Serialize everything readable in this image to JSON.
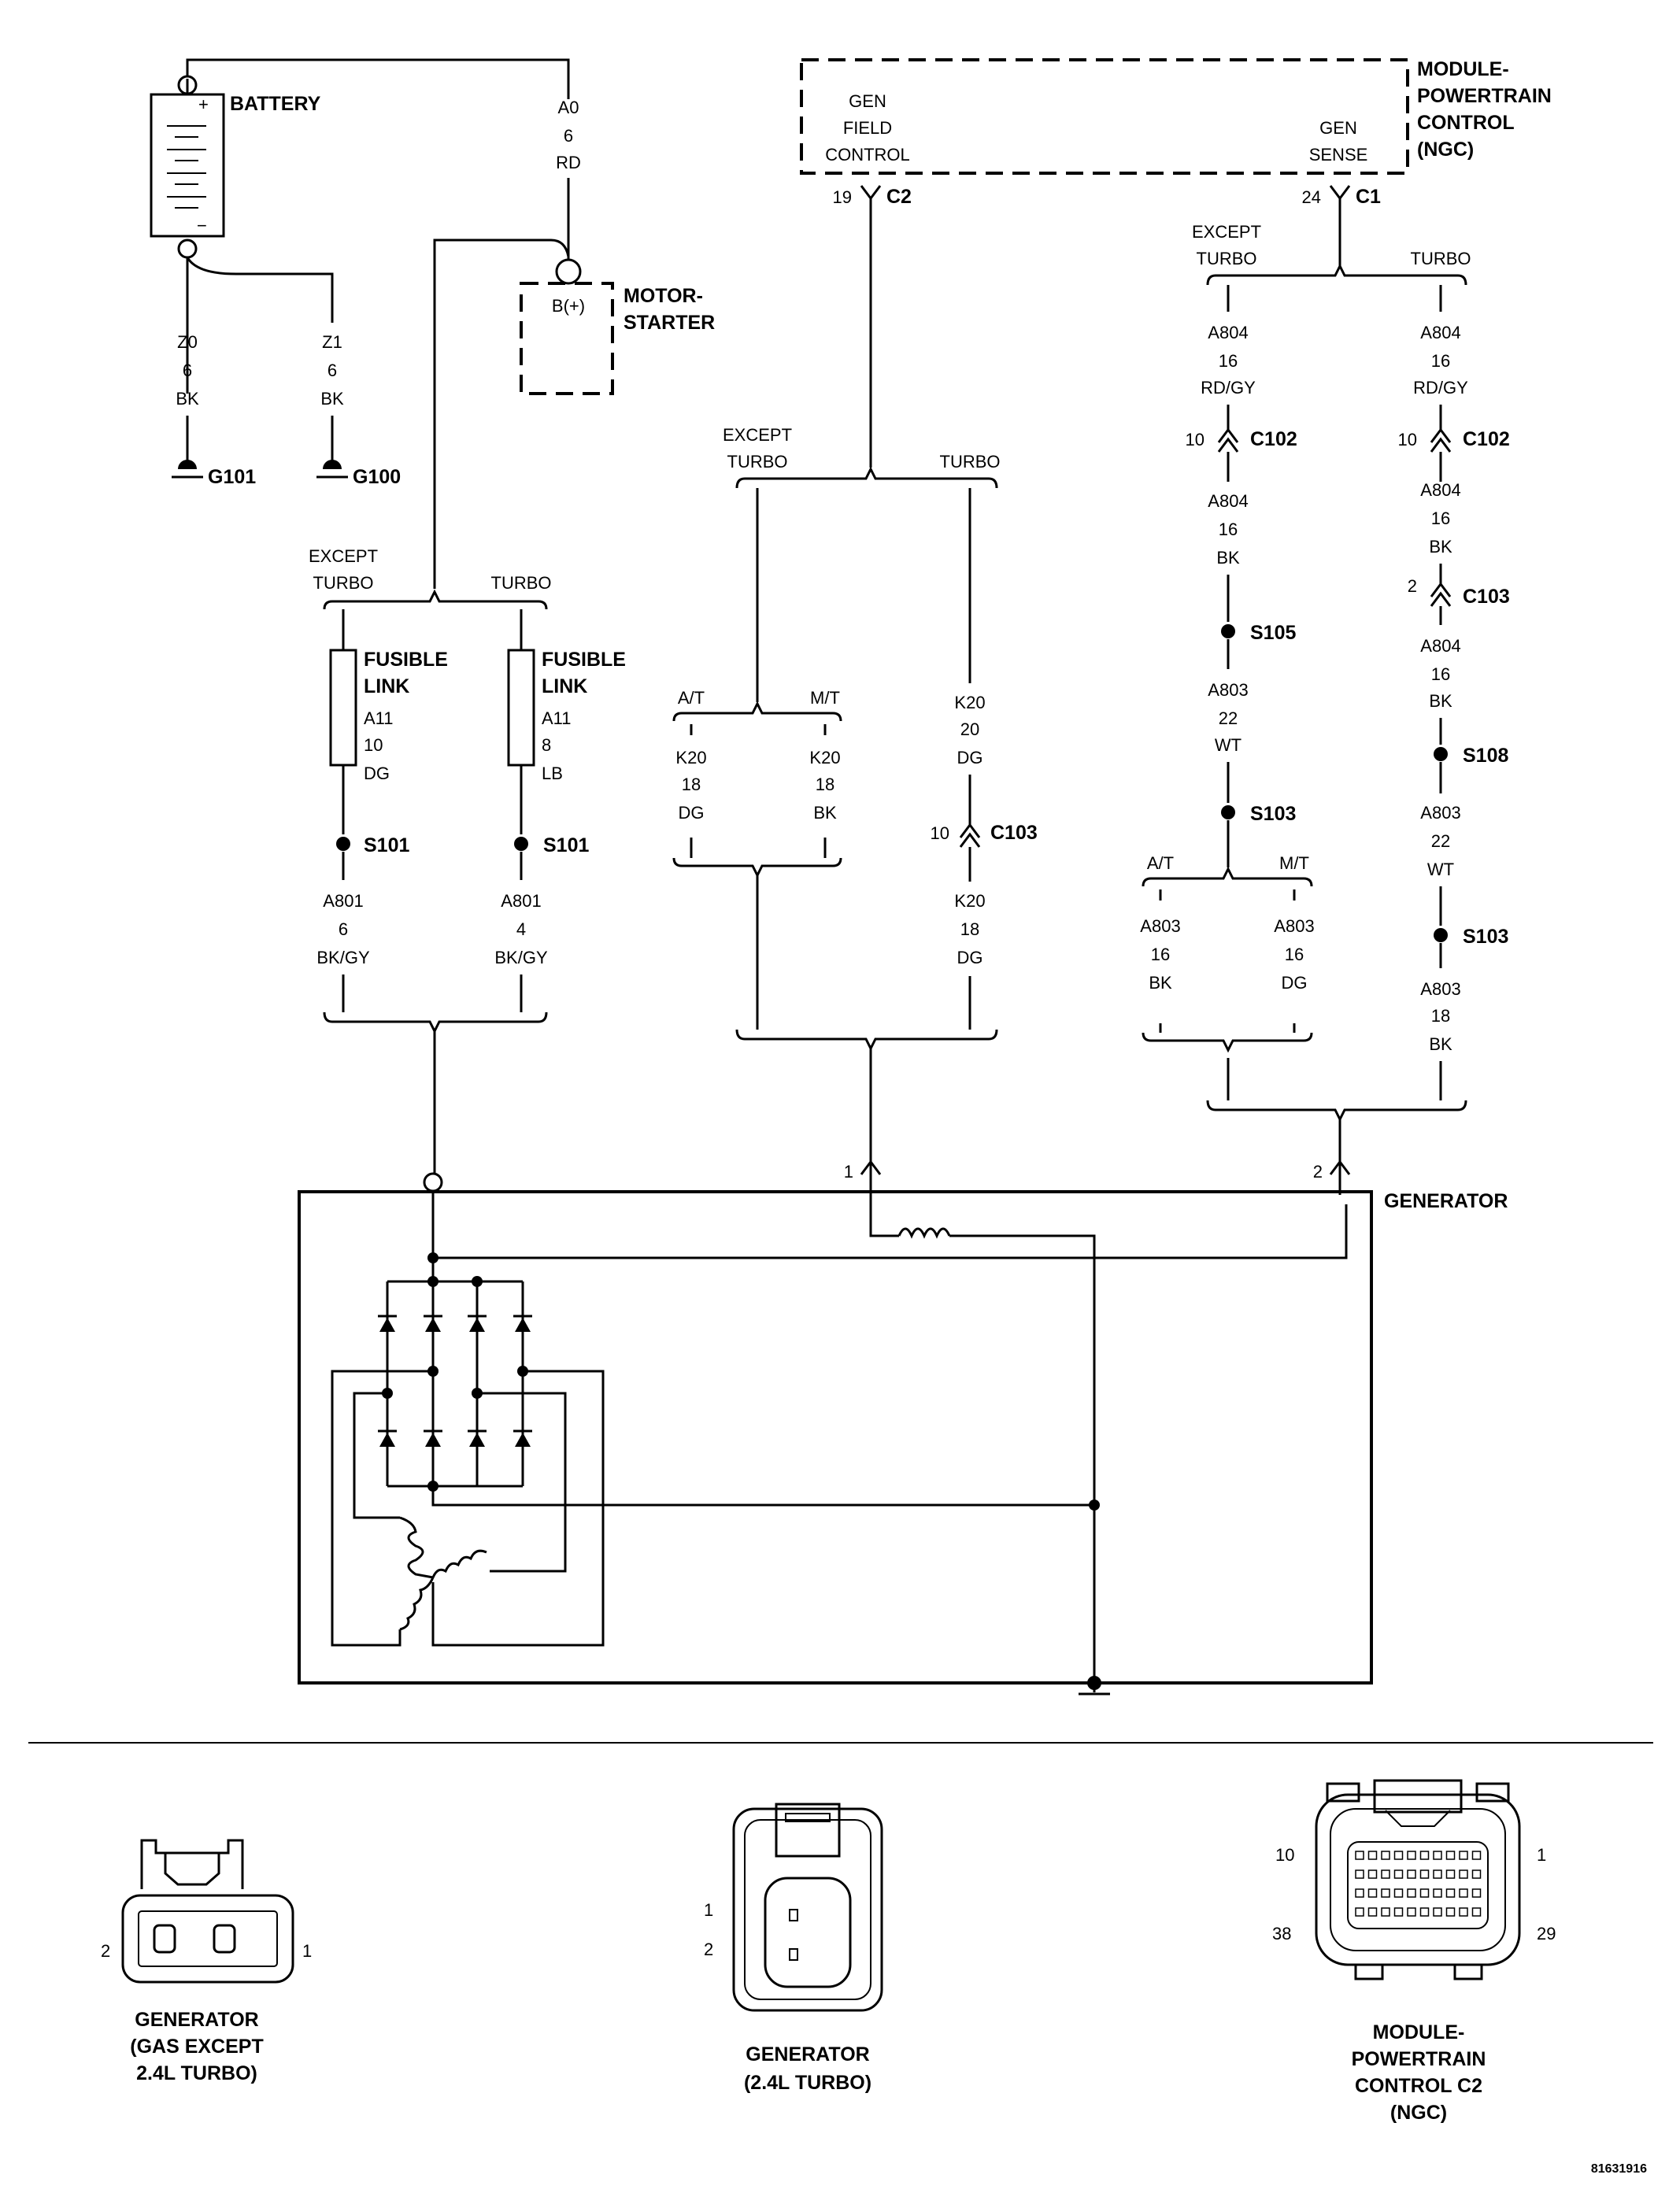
{
  "battery": {
    "label": "BATTERY",
    "plus": "+",
    "minus": "−",
    "wire_a0": [
      "A0",
      "6",
      "RD"
    ],
    "wire_z0": [
      "Z0",
      "6",
      "BK"
    ],
    "wire_z1": [
      "Z1",
      "6",
      "BK"
    ],
    "ground_1": "G101",
    "ground_2": "G100"
  },
  "starter": {
    "label_1": "MOTOR-",
    "label_2": "STARTER",
    "terminal": "B(+)"
  },
  "pcm": {
    "label_1": "MODULE-",
    "label_2": "POWERTRAIN",
    "label_3": "CONTROL",
    "label_4": "(NGC)",
    "field_1": "GEN",
    "field_2": "FIELD",
    "field_3": "CONTROL",
    "sense_1": "GEN",
    "sense_2": "SENSE",
    "pin_field": "19",
    "conn_field": "C2",
    "pin_sense": "24",
    "conn_sense": "C1"
  },
  "left_branch": {
    "except_1": "EXCEPT",
    "except_2": "TURBO",
    "turbo": "TURBO",
    "fusible_1": "FUSIBLE",
    "fusible_2": "LINK",
    "fl_a": [
      "A11",
      "10",
      "DG"
    ],
    "fl_b": [
      "A11",
      "8",
      "LB"
    ],
    "splice": "S101",
    "a801_a": [
      "A801",
      "6",
      "BK/GY"
    ],
    "a801_b": [
      "A801",
      "4",
      "BK/GY"
    ]
  },
  "mid_branch": {
    "except_1": "EXCEPT",
    "except_2": "TURBO",
    "turbo": "TURBO",
    "at": "A/T",
    "mt": "M/T",
    "k20_at": [
      "K20",
      "18",
      "DG"
    ],
    "k20_mt": [
      "K20",
      "18",
      "BK"
    ],
    "k20_turbo_top": [
      "K20",
      "20",
      "DG"
    ],
    "conn_pin": "10",
    "conn": "C103",
    "k20_turbo_bot": [
      "K20",
      "18",
      "DG"
    ]
  },
  "right_branch": {
    "except_1": "EXCEPT",
    "except_2": "TURBO",
    "turbo": "TURBO",
    "a804_top": [
      "A804",
      "16",
      "RD/GY"
    ],
    "c102_pin": "10",
    "c102": "C102",
    "a804_mid_l": [
      "A804",
      "16",
      "BK"
    ],
    "s105": "S105",
    "a803_l": [
      "A803",
      "22",
      "WT"
    ],
    "s103": "S103",
    "at": "A/T",
    "mt": "M/T",
    "a803_at": [
      "A803",
      "16",
      "BK"
    ],
    "a803_mt": [
      "A803",
      "16",
      "DG"
    ],
    "a804_mid_r": [
      "A804",
      "16",
      "BK"
    ],
    "c103_pin": "2",
    "c103": "C103",
    "a804_r2": [
      "A804",
      "16",
      "BK"
    ],
    "s108": "S108",
    "a803_r": [
      "A803",
      "22",
      "WT"
    ],
    "a803_r2": [
      "A803",
      "18",
      "BK"
    ]
  },
  "generator": {
    "label": "GENERATOR",
    "pin_1": "1",
    "pin_2": "2"
  },
  "connectors": {
    "gen_gas_1": "GENERATOR",
    "gen_gas_2": "(GAS EXCEPT",
    "gen_gas_3": "2.4L TURBO)",
    "gen_gas_pin_l": "2",
    "gen_gas_pin_r": "1",
    "gen_turbo_1": "GENERATOR",
    "gen_turbo_2": "(2.4L TURBO)",
    "gen_turbo_pin_1": "1",
    "gen_turbo_pin_2": "2",
    "pcm_1": "MODULE-",
    "pcm_2": "POWERTRAIN",
    "pcm_3": "CONTROL C2",
    "pcm_4": "(NGC)",
    "pcm_pin_10": "10",
    "pcm_pin_1": "1",
    "pcm_pin_38": "38",
    "pcm_pin_29": "29"
  },
  "figure_id": "81631916"
}
